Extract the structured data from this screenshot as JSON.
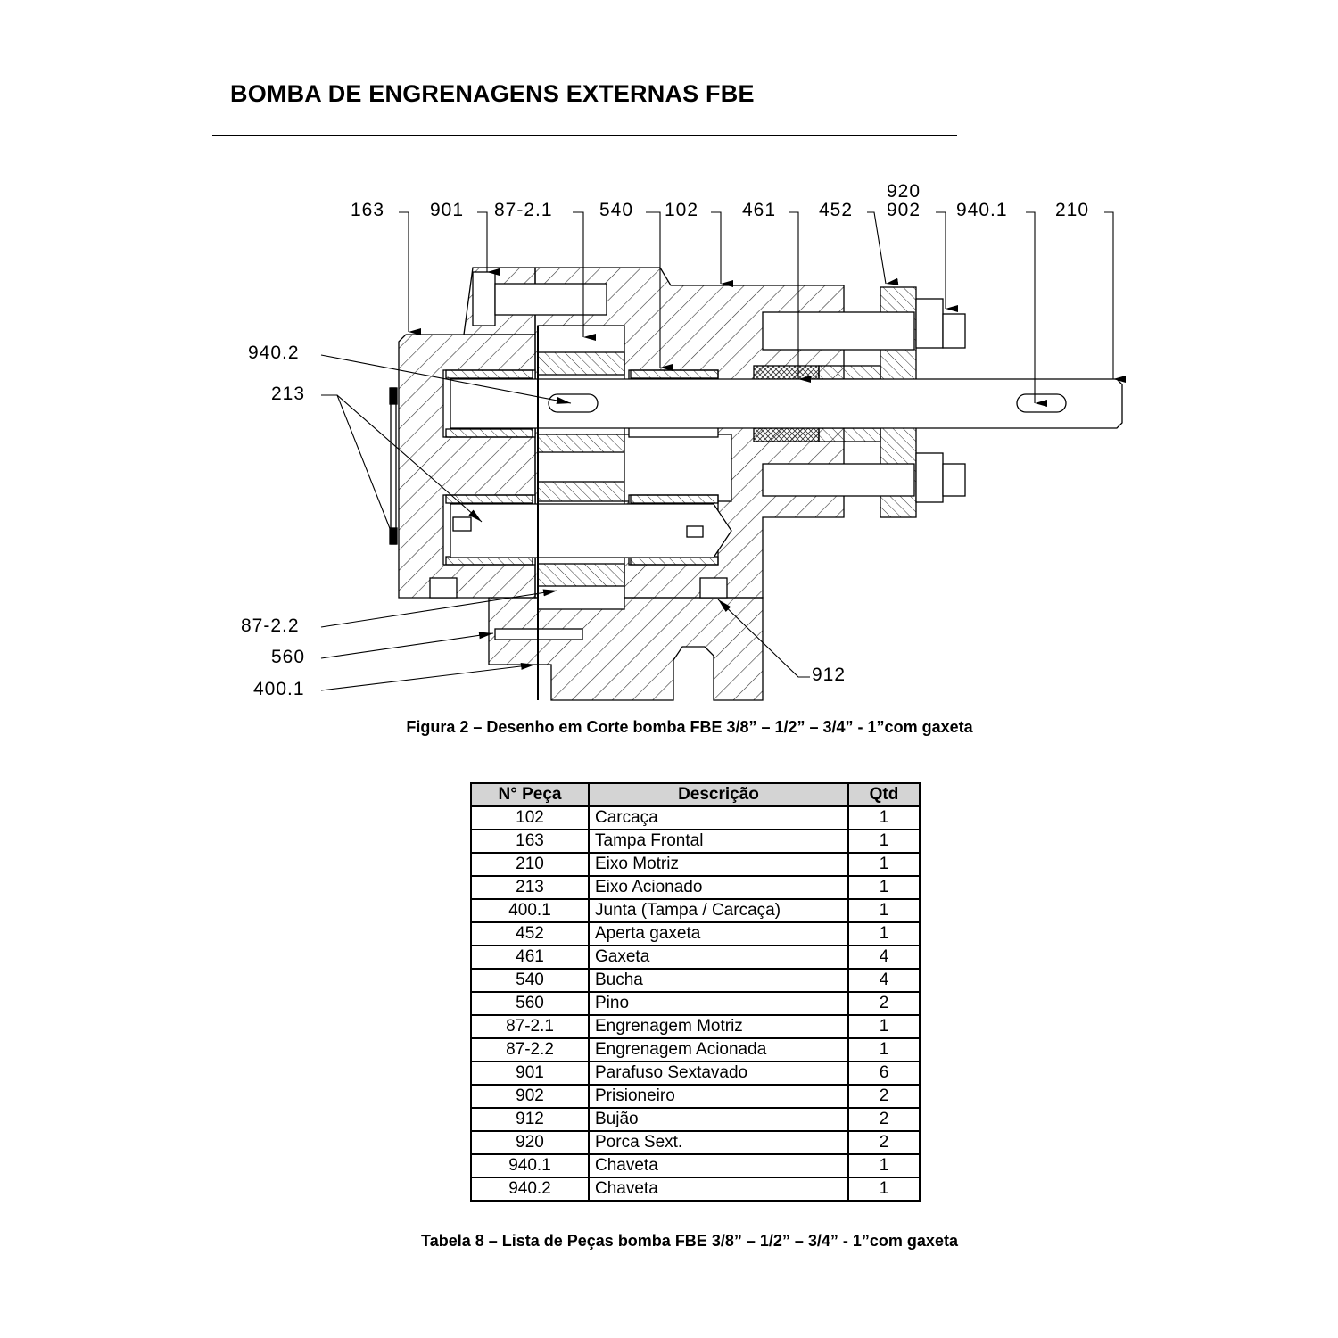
{
  "header": {
    "title": "BOMBA DE ENGRENAGENS EXTERNAS FBE"
  },
  "figure": {
    "callouts": {
      "c163": "163",
      "c901": "901",
      "c87_2_1": "87-2.1",
      "c540": "540",
      "c102": "102",
      "c461": "461",
      "c452": "452",
      "c920": "920",
      "c902": "902",
      "c940_1": "940.1",
      "c210": "210",
      "c940_2": "940.2",
      "c213": "213",
      "c87_2_2": "87-2.2",
      "c560": "560",
      "c400_1": "400.1",
      "c912": "912"
    },
    "caption": "Figura 2 – Desenho em Corte bomba FBE 3/8” – 1/2” – 3/4” - 1”com gaxeta"
  },
  "table": {
    "headers": [
      "N° Peça",
      "Descrição",
      "Qtd"
    ],
    "rows": [
      [
        "102",
        "Carcaça",
        "1"
      ],
      [
        "163",
        "Tampa Frontal",
        "1"
      ],
      [
        "210",
        "Eixo Motriz",
        "1"
      ],
      [
        "213",
        "Eixo Acionado",
        "1"
      ],
      [
        "400.1",
        "Junta (Tampa / Carcaça)",
        "1"
      ],
      [
        "452",
        "Aperta gaxeta",
        "1"
      ],
      [
        "461",
        "Gaxeta",
        "4"
      ],
      [
        "540",
        "Bucha",
        "4"
      ],
      [
        "560",
        "Pino",
        "2"
      ],
      [
        "87-2.1",
        "Engrenagem Motriz",
        "1"
      ],
      [
        "87-2.2",
        "Engrenagem Acionada",
        "1"
      ],
      [
        "901",
        "Parafuso Sextavado",
        "6"
      ],
      [
        "902",
        "Prisioneiro",
        "2"
      ],
      [
        "912",
        "Bujão",
        "2"
      ],
      [
        "920",
        "Porca Sext.",
        "2"
      ],
      [
        "940.1",
        "Chaveta",
        "1"
      ],
      [
        "940.2",
        "Chaveta",
        "1"
      ]
    ],
    "caption": "Tabela 8 – Lista de Peças bomba FBE 3/8” – 1/2” – 3/4” - 1”com gaxeta"
  }
}
